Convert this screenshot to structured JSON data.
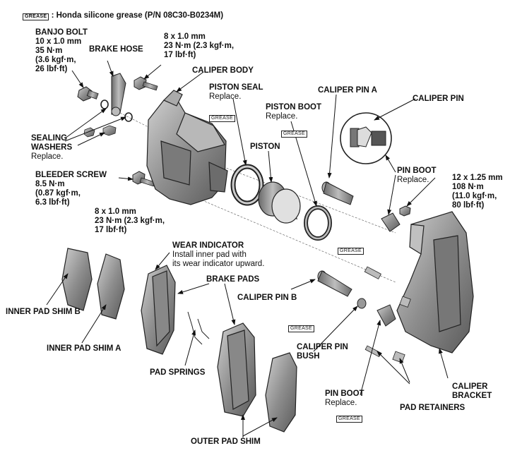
{
  "legend": {
    "tag": "GREASE",
    "text": ": Honda silicone grease (P/N 08C30-B0234M)"
  },
  "labels": {
    "banjo_bolt": {
      "title": "BANJO BOLT",
      "l1": "10 x 1.0 mm",
      "l2": "35 N·m",
      "l3": "(3.6 kgf·m,",
      "l4": "26 lbf·ft)"
    },
    "brake_hose": "BRAKE HOSE",
    "top_bolt_spec": {
      "l1": "8 x 1.0 mm",
      "l2": "23 N·m (2.3 kgf·m,",
      "l3": "17 lbf·ft)"
    },
    "caliper_body": "CALIPER BODY",
    "piston_seal": {
      "title": "PISTON SEAL",
      "note": "Replace."
    },
    "piston_boot": {
      "title": "PISTON BOOT",
      "note": "Replace."
    },
    "caliper_pin_a": "CALIPER PIN A",
    "caliper_pin": "CALIPER PIN",
    "sealing_washers": {
      "l1": "SEALING",
      "l2": "WASHERS",
      "note": "Replace."
    },
    "piston": "PISTON",
    "bleeder_screw": {
      "title": "BLEEDER SCREW",
      "l1": "8.5 N·m",
      "l2": "(0.87 kgf·m,",
      "l3": "6.3 lbf·ft)"
    },
    "pin_boot_top": {
      "title": "PIN BOOT",
      "note": "Replace."
    },
    "bracket_bolt_spec": {
      "l1": "12 x 1.25 mm",
      "l2": "108 N·m",
      "l3": "(11.0 kgf·m,",
      "l4": "80 lbf·ft)"
    },
    "lower_bolt_spec": {
      "l1": "8 x 1.0 mm",
      "l2": "23 N·m (2.3 kgf·m,",
      "l3": "17 lbf·ft)"
    },
    "wear_indicator": {
      "title": "WEAR INDICATOR",
      "l1": "Install inner pad with",
      "l2": "its wear indicator upward."
    },
    "brake_pads": "BRAKE PADS",
    "caliper_pin_b": "CALIPER PIN B",
    "inner_pad_shim_b": "INNER PAD SHIM B",
    "inner_pad_shim_a": "INNER PAD SHIM A",
    "caliper_pin_bush": {
      "l1": "CALIPER PIN",
      "l2": "BUSH"
    },
    "pad_springs": "PAD SPRINGS",
    "pin_boot_bottom": {
      "title": "PIN BOOT",
      "note": "Replace."
    },
    "caliper_bracket": {
      "l1": "CALIPER",
      "l2": "BRACKET"
    },
    "pad_retainers": "PAD RETAINERS",
    "outer_pad_shim": "OUTER PAD SHIM"
  },
  "grease_tag": "GREASE",
  "colors": {
    "ink": "#1a1a1a",
    "part_fill": "#9a9a9a",
    "part_dark": "#5e5e5e",
    "part_light": "#c8c8c8"
  }
}
